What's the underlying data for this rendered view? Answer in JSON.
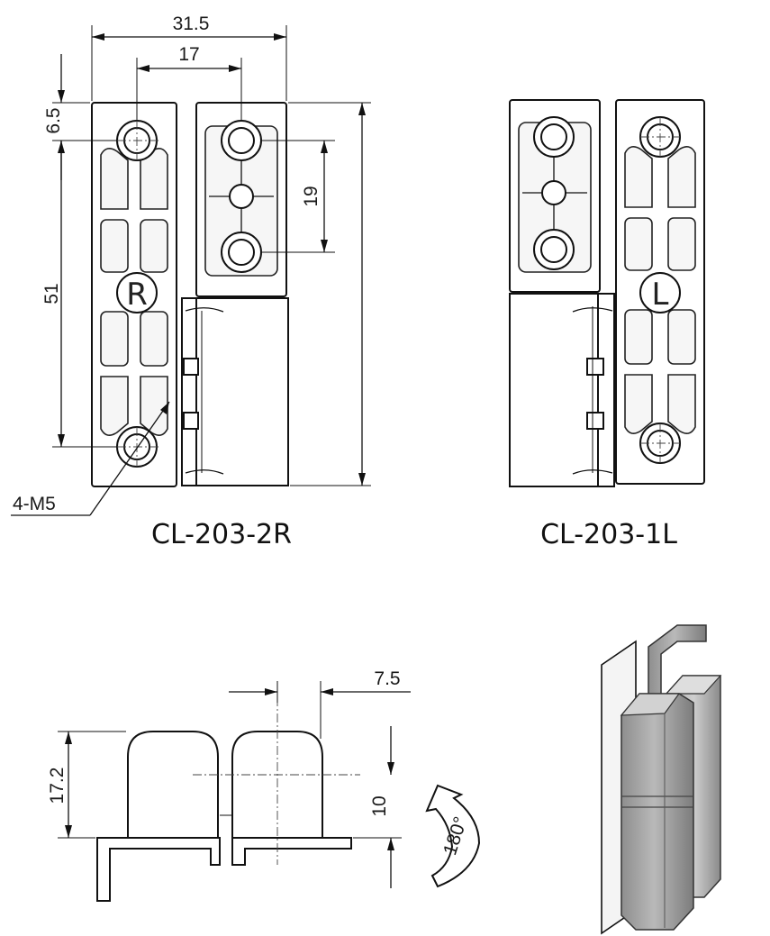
{
  "models": {
    "right": "CL-203-2R",
    "left": "CL-203-1L"
  },
  "hand_marks": {
    "right": "R",
    "left": "L"
  },
  "dimensions": {
    "overall_width": "31.5",
    "hole_spacing_width": "17",
    "top_offset": "6.5",
    "hole_spacing_height": "51",
    "small_hole_spacing": "19",
    "thread": "4-M5",
    "overall_height": "17.2",
    "offset": "7.5",
    "barrel_height": "10",
    "rotation": "180°"
  },
  "colors": {
    "line": "#111111",
    "shade": "#9a9a9a",
    "background": "#ffffff"
  }
}
